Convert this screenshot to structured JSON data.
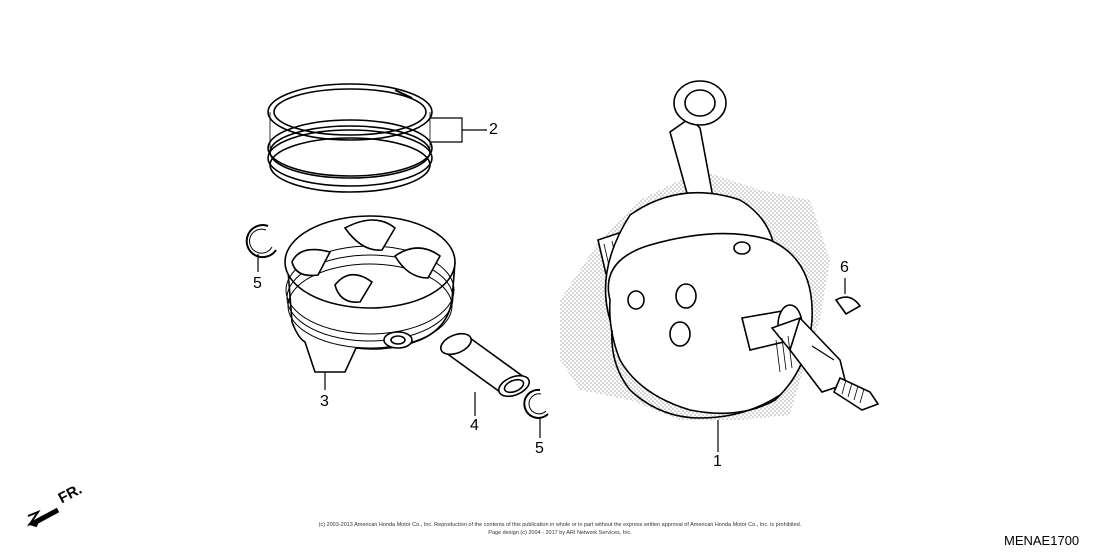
{
  "callouts": {
    "crankshaft": "1",
    "piston_ring_set": "2",
    "piston": "3",
    "piston_pin": "4",
    "clip_left": "5",
    "clip_right": "5",
    "woodruff_key": "6"
  },
  "direction_label": "FR.",
  "copyright_line1": "(c) 2003-2013 American Honda Motor Co., Inc. Reproduction of the contents of this publication in whole or in part without the express written approval of American Honda Motor Co., Inc. is prohibited.",
  "copyright_line2": "Page design (c) 2004 - 2017 by ARI Network Services, Inc.",
  "diagram_code": "MENAE1700",
  "colors": {
    "line": "#000000",
    "paper": "#ffffff",
    "stipple": "#9a9a9a"
  }
}
